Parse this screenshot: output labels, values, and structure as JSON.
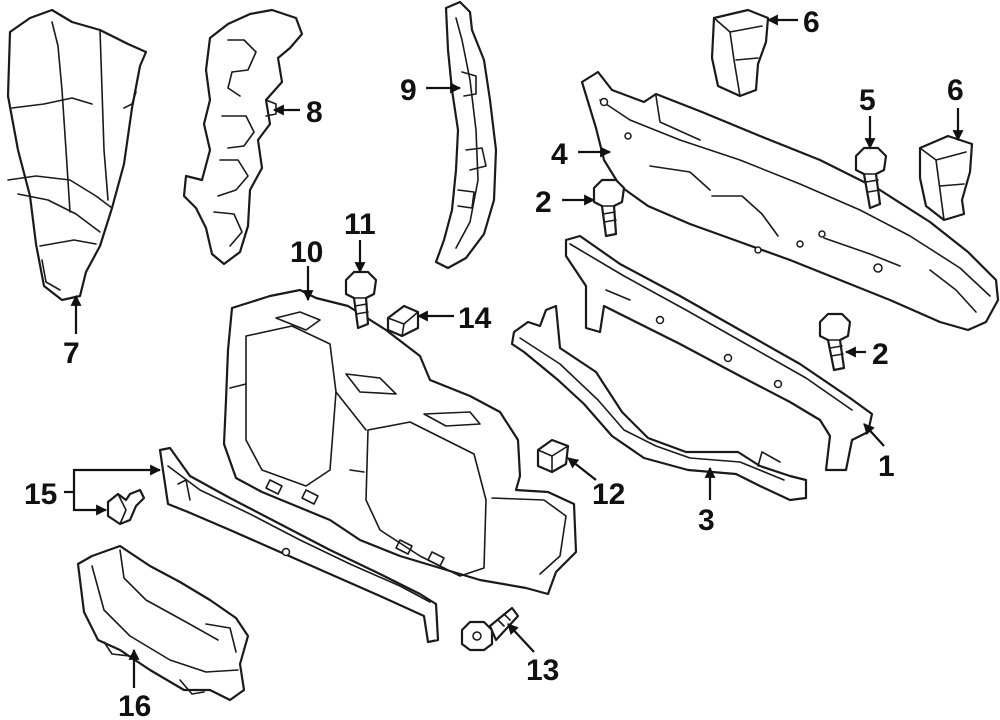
{
  "diagram": {
    "colors": {
      "line": "#1a1a1a",
      "fill": "#ffffff",
      "background": "#ffffff"
    },
    "callouts": {
      "c1": "1",
      "c2a": "2",
      "c2b": "2",
      "c3": "3",
      "c4": "4",
      "c5": "5",
      "c6a": "6",
      "c6b": "6",
      "c7": "7",
      "c8": "8",
      "c9": "9",
      "c10": "10",
      "c11": "11",
      "c12": "12",
      "c13": "13",
      "c14": "14",
      "c15": "15",
      "c16": "16"
    }
  }
}
